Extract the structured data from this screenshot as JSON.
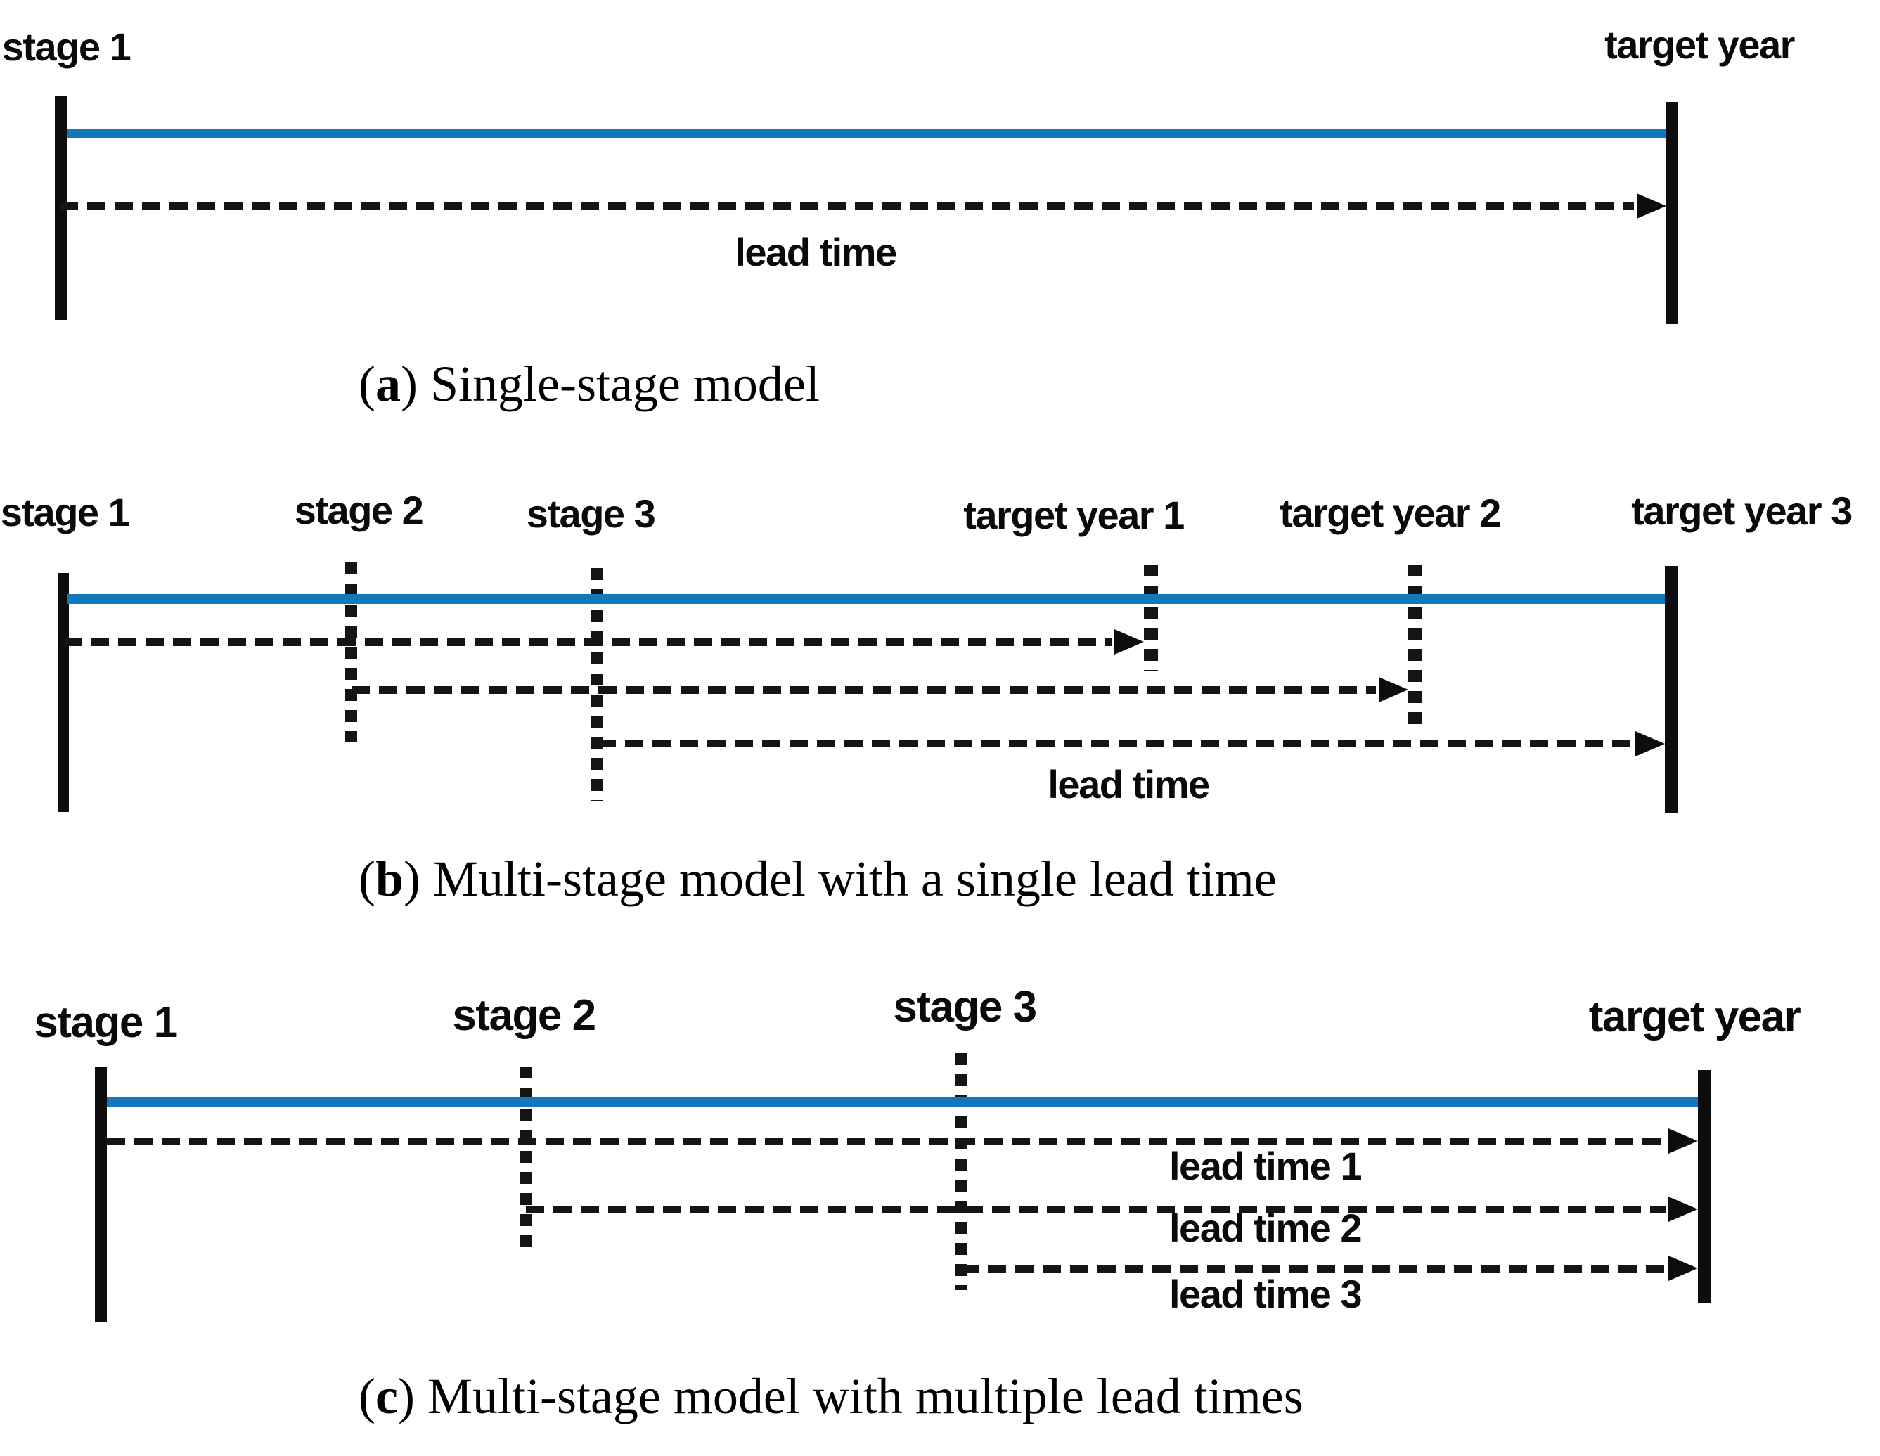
{
  "colors": {
    "timeline_blue": "#1178bd",
    "ink_black": "#0d0d0d"
  },
  "panel_a": {
    "stage_label": "stage 1",
    "target_label": "target year",
    "lead_time_label": "lead time",
    "caption": {
      "open": "(",
      "letter": "a",
      "close": ")",
      "text": " Single-stage model"
    }
  },
  "panel_b": {
    "stage_labels": [
      "stage 1",
      "stage 2",
      "stage 3"
    ],
    "target_labels": [
      "target year 1",
      "target year 2",
      "target year 3"
    ],
    "lead_time_label": "lead time",
    "caption": {
      "open": "(",
      "letter": "b",
      "close": ")",
      "text": " Multi-stage model with a single lead time"
    }
  },
  "panel_c": {
    "stage_labels": [
      "stage 1",
      "stage 2",
      "stage 3"
    ],
    "target_label": "target year",
    "lead_time_labels": [
      "lead time 1",
      "lead time 2",
      "lead time 3"
    ],
    "caption": {
      "open": "(",
      "letter": "c",
      "close": ")",
      "text": " Multi-stage model with multiple lead times"
    }
  }
}
